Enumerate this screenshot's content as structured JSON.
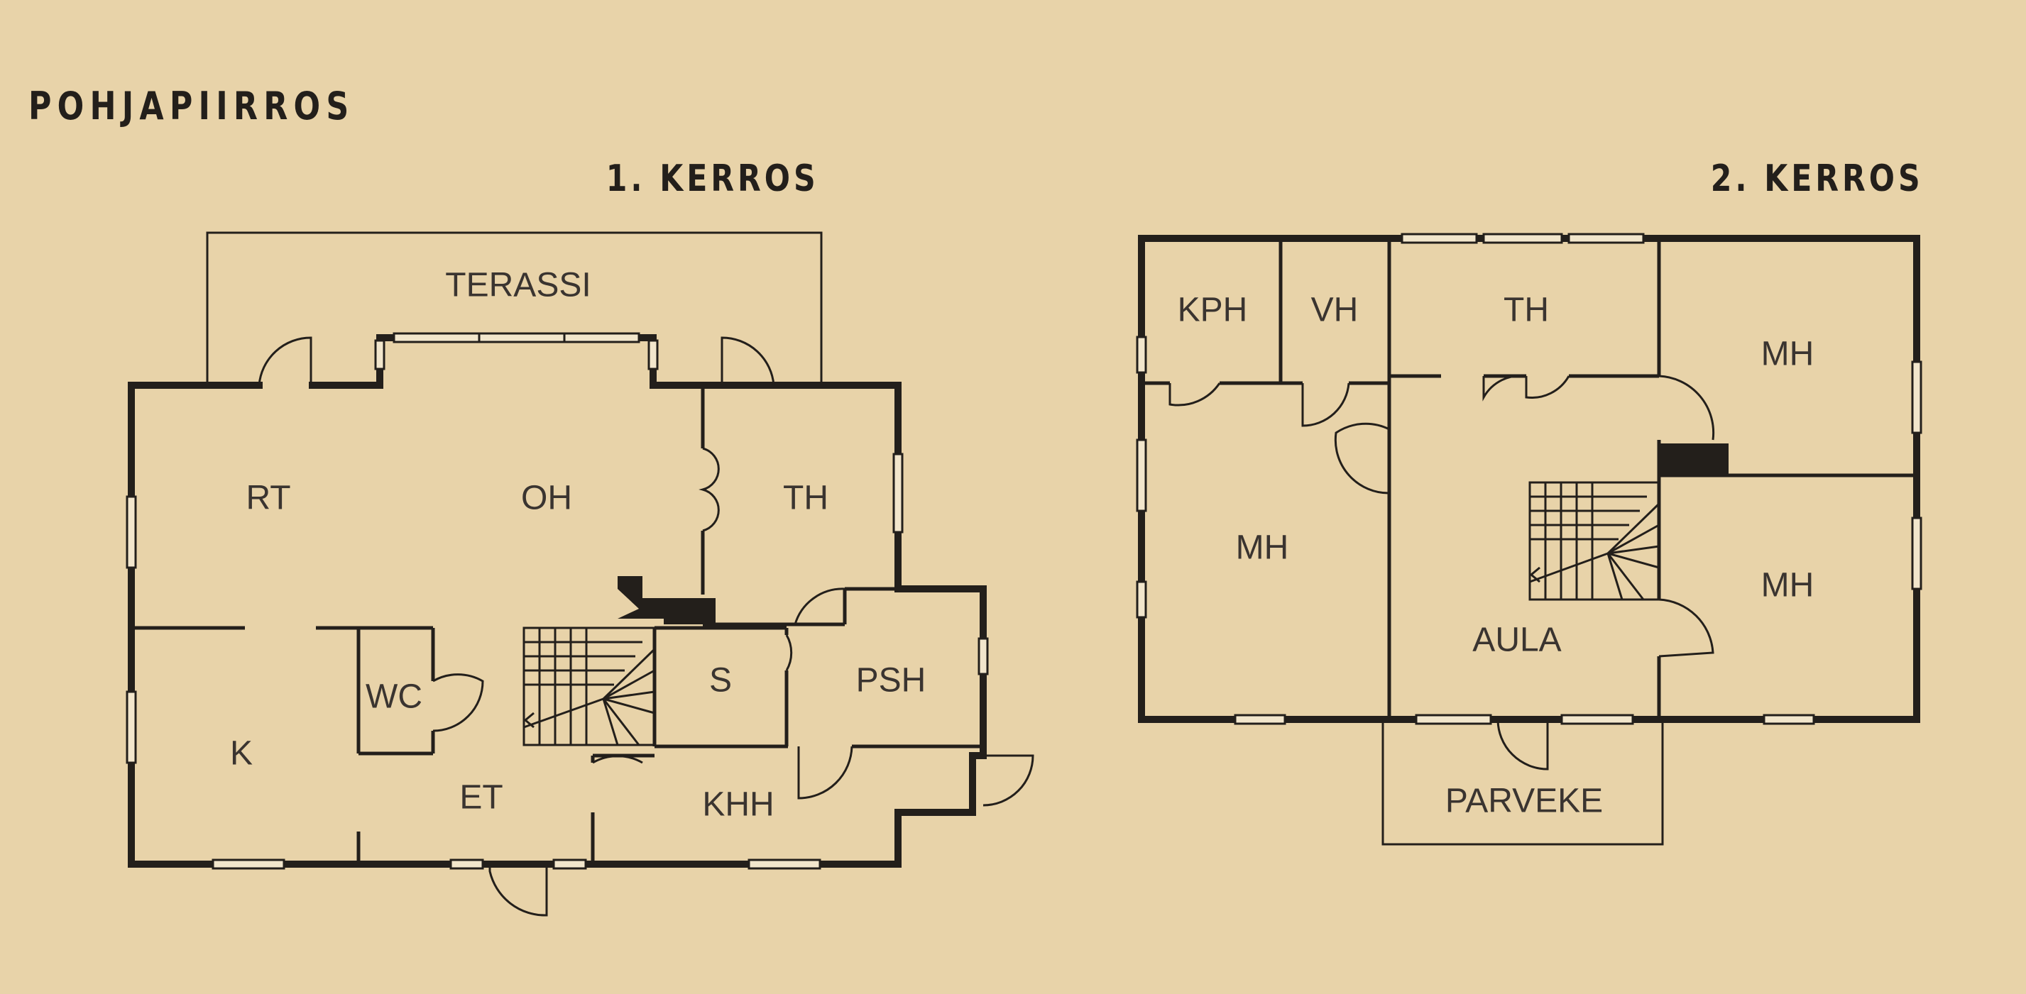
{
  "title": "POHJAPIIRROS",
  "floors": [
    {
      "title": "1. KERROS",
      "rooms": [
        "TERASSI",
        "RT",
        "OH",
        "TH",
        "WC",
        "K",
        "S",
        "PSH",
        "ET",
        "KHH"
      ]
    },
    {
      "title": "2. KERROS",
      "rooms": [
        "KPH",
        "VH",
        "TH",
        "MH",
        "MH",
        "MH",
        "AULA",
        "PARVEKE"
      ]
    }
  ]
}
